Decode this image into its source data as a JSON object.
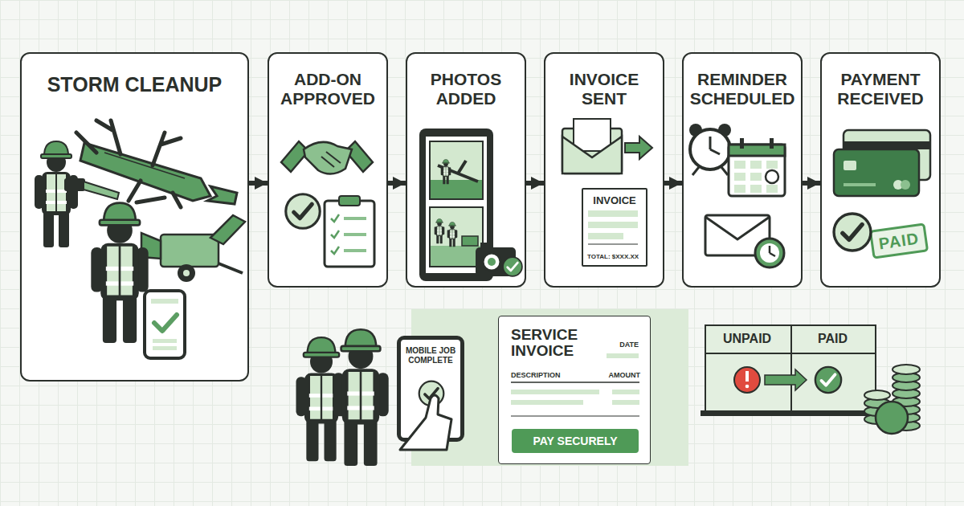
{
  "diagram": {
    "nodes": [
      {
        "text": [
          "STORM CLEANUP"
        ]
      },
      {
        "text": [
          "ADD-ON APPROVED"
        ]
      },
      {
        "text": [
          "PHOTOS ADDED"
        ]
      },
      {
        "text": [
          "INVOICE SENT"
        ]
      },
      {
        "text": [
          "INVOICE",
          "TOTAL: $XXX.XX"
        ],
        "in": 3
      },
      {
        "text": [
          "REMINDER SCHEDULED"
        ]
      },
      {
        "text": [
          "PAYMENT RECEIVED"
        ]
      },
      {
        "text": [
          "PAID"
        ],
        "in": 6
      },
      {
        "text": [
          "MOBILE JOB COMPLETE"
        ]
      },
      {
        "text": [
          "SERVICE INVOICE",
          "DATE",
          "DESCRIPTION",
          "AMOUNT"
        ]
      },
      {
        "text": [
          "PAY SECURELY"
        ],
        "in": 9
      }
    ],
    "edges": [
      {
        "from": 0,
        "to": 1,
        "arrow": "to"
      },
      {
        "from": 1,
        "to": 2,
        "arrow": "to"
      },
      {
        "from": 2,
        "to": 3,
        "arrow": "to"
      },
      {
        "from": 3,
        "to": 5,
        "arrow": "to"
      },
      {
        "from": 5,
        "to": 6,
        "arrow": "to"
      }
    ],
    "labels": [
      "$",
      "UNPAID",
      "PAID",
      "$",
      "$"
    ]
  }
}
